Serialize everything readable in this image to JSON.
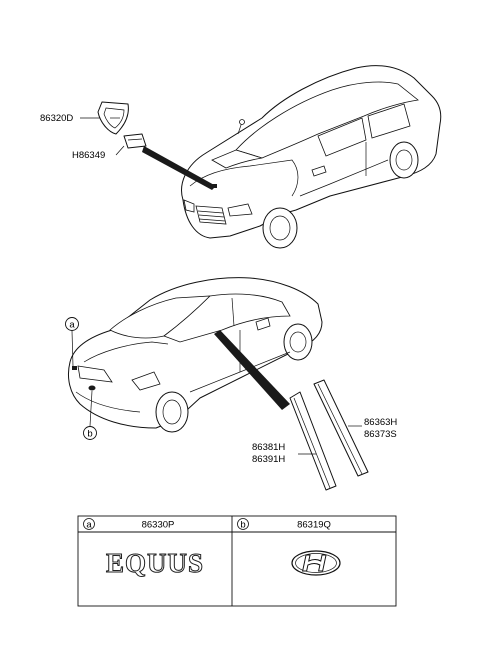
{
  "callouts": {
    "a": "a",
    "b": "b"
  },
  "parts": {
    "p86320D": "86320D",
    "h86349": "H86349",
    "p86363H": "86363H",
    "p86373S": "86373S",
    "p86381H": "86381H",
    "p86391H": "86391H"
  },
  "table": {
    "col_a": {
      "ref": "a",
      "part": "86330P",
      "emblem_text": "EQUUS"
    },
    "col_b": {
      "ref": "b",
      "part": "86319Q",
      "emblem": "hyundai-logo"
    }
  }
}
